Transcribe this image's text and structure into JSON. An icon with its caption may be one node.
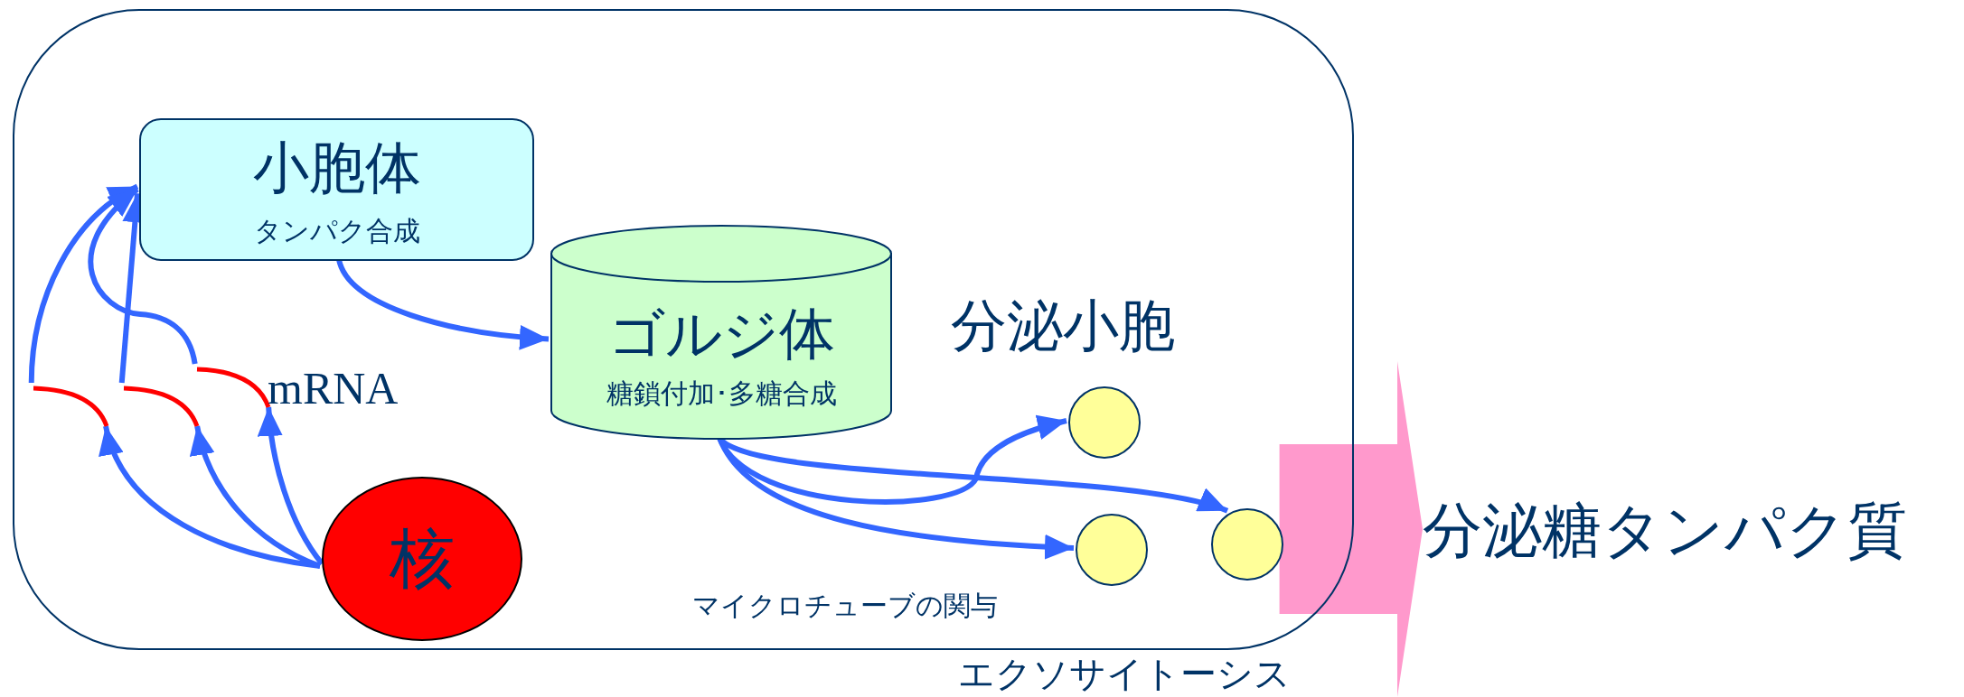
{
  "diagram": {
    "nodes": [
      {
        "text": [],
        "shape": "box"
      },
      {
        "text": [
          "小胞体",
          "タンパク合成"
        ],
        "in": 0
      },
      {
        "text": [
          "ゴルジ体",
          "糖鎖付加･多糖合成"
        ],
        "in": 0
      },
      {
        "text": [],
        "shape": "arc",
        "in": 0
      },
      {
        "text": [],
        "shape": "arc",
        "in": 0
      },
      {
        "text": [],
        "shape": "arc",
        "in": 0
      },
      {
        "text": [
          "核"
        ],
        "in": 0
      },
      {
        "text": [],
        "shape": "circle",
        "in": 0
      },
      {
        "text": [],
        "shape": "circle",
        "in": 0
      },
      {
        "text": [],
        "shape": "circle",
        "in": 0
      },
      {
        "text": [
          "分泌糖タンパク質"
        ]
      }
    ],
    "edges": [
      {
        "from": 6,
        "to": 3,
        "arrow": "to"
      },
      {
        "from": 6,
        "to": 4,
        "arrow": "to"
      },
      {
        "from": 6,
        "to": 5,
        "arrow": "to"
      },
      {
        "from": 3,
        "to": 1,
        "arrow": "to"
      },
      {
        "from": 4,
        "to": 1,
        "arrow": "to"
      },
      {
        "from": 5,
        "to": 1,
        "arrow": "to"
      },
      {
        "from": 1,
        "to": 2,
        "arrow": "to"
      },
      {
        "from": 2,
        "to": 7,
        "arrow": "to"
      },
      {
        "from": 2,
        "to": 8,
        "arrow": "to"
      },
      {
        "from": 2,
        "to": 9,
        "arrow": "to"
      },
      {
        "from": 9,
        "to": 10,
        "arrow": "to",
        "style": "thick",
        "color": "#ff99cc",
        "label": "エクソサイトーシス"
      }
    ],
    "labels": [
      "mRNA",
      "分泌小胞",
      "マイクロチューブの関与"
    ]
  }
}
